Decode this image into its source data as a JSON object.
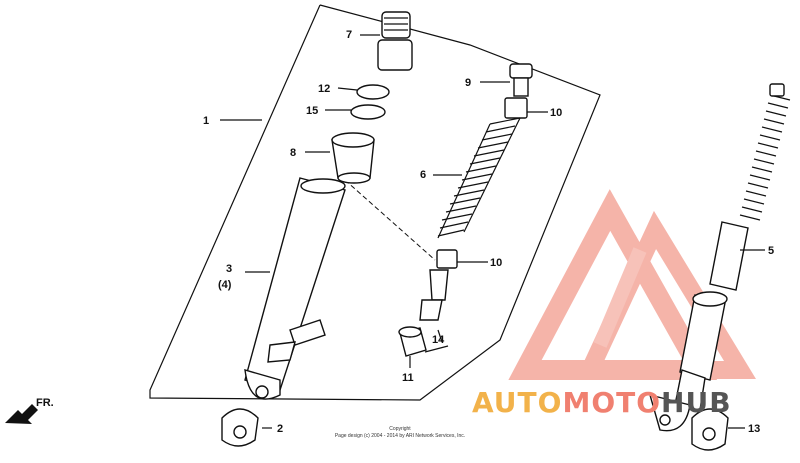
{
  "callouts": {
    "c1": "1",
    "c2": "2",
    "c3": "3",
    "c3b": "(4)",
    "c5": "5",
    "c6": "6",
    "c7": "7",
    "c8": "8",
    "c9": "9",
    "c10a": "10",
    "c10b": "10",
    "c11": "11",
    "c12": "12",
    "c13": "13",
    "c14": "14",
    "c15": "15"
  },
  "watermark": {
    "part1": "AUTO",
    "part2": "MOTO",
    "part3": "HUB"
  },
  "copyright": {
    "line1": "Copyright",
    "line2": "Page design (c) 2004 - 2014 by ARI Network Services, Inc."
  },
  "colors": {
    "watermark_orange": "#f2b24a",
    "watermark_red": "#f08070",
    "watermark_gray": "#555555"
  }
}
